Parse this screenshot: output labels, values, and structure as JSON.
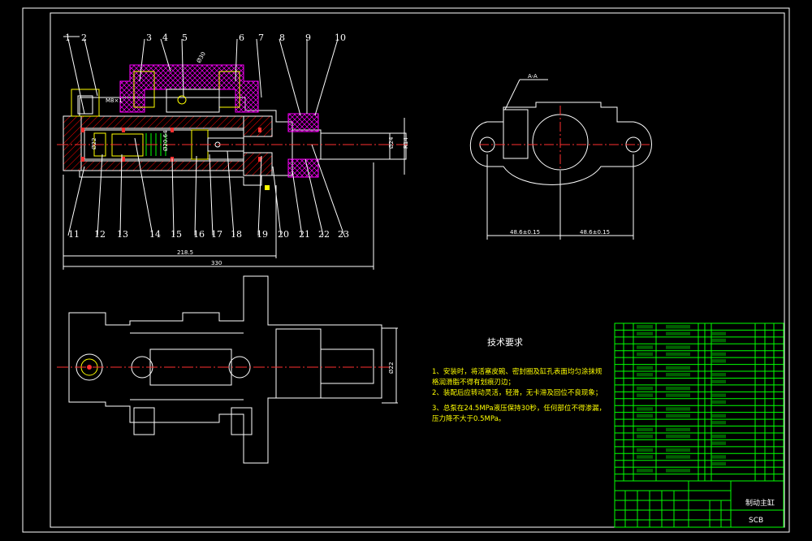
{
  "part_numbers_top": [
    "1",
    "2",
    "3",
    "4",
    "5",
    "6",
    "7",
    "8",
    "9",
    "10"
  ],
  "part_numbers_bottom": [
    "11",
    "12",
    "13",
    "14",
    "15",
    "16",
    "17",
    "18",
    "19",
    "20",
    "21",
    "22",
    "23"
  ],
  "dimensions": {
    "length_inner": "218.5",
    "length_total": "330",
    "half_left": "48.6±0.15",
    "half_right": "48.6±0.15",
    "section": "A-A"
  },
  "notes": {
    "title": "技术要求",
    "lines": [
      "1、安装时，将活塞皮碗、密封圈及缸孔表面均匀涂抹规",
      "   格润滑脂不得有划痕刃边；",
      "2、装配后应转动灵活，轻滑，无卡滞及回位不良现象；",
      "3、总泵在24.5MPa液压保持30秒，任何部位不得渗漏，",
      "   压力降不大于0.5MPa。"
    ]
  },
  "title_block": {
    "title": "制动主缸",
    "code": "SCB"
  },
  "colors": {
    "background": "#000000",
    "outline": "#ffffff",
    "frame": "#ffffff",
    "table": "#00ff00",
    "center": "#ff3030"
  }
}
